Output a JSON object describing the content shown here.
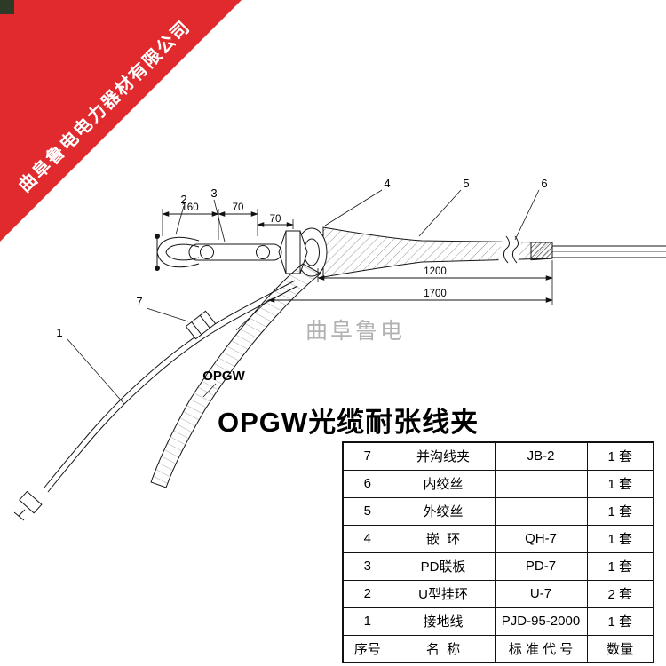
{
  "banner": {
    "company_name": "曲阜鲁电电力器材有限公司",
    "ribbon_color": "#e02a2e",
    "corner_chip_color": "#2e3a28"
  },
  "watermark": "曲阜鲁电",
  "drawing": {
    "title": "OPGW光缆耐张线夹",
    "cable_label": "OPGW",
    "dimensions": {
      "seg1": "160",
      "seg2": "70",
      "seg3": "70",
      "span1": "1200",
      "span2": "1700"
    },
    "callouts": {
      "c1": "1",
      "c2": "2",
      "c3": "3",
      "c4": "4",
      "c5": "5",
      "c6": "6",
      "c7": "7"
    }
  },
  "table": {
    "header": {
      "no": "序号",
      "name": "名  称",
      "standard": "标 准 代 号",
      "qty": "数量"
    },
    "rows": [
      {
        "no": "7",
        "name": "并沟线夹",
        "standard": "JB-2",
        "qty": "1 套"
      },
      {
        "no": "6",
        "name": "内绞丝",
        "standard": "",
        "qty": "1 套"
      },
      {
        "no": "5",
        "name": "外绞丝",
        "standard": "",
        "qty": "1 套"
      },
      {
        "no": "4",
        "name": "嵌  环",
        "standard": "QH-7",
        "qty": "1 套"
      },
      {
        "no": "3",
        "name": "PD联板",
        "standard": "PD-7",
        "qty": "1 套"
      },
      {
        "no": "2",
        "name": "U型挂环",
        "standard": "U-7",
        "qty": "2 套"
      },
      {
        "no": "1",
        "name": "接地线",
        "standard": "PJD-95-2000",
        "qty": "1 套"
      }
    ]
  }
}
